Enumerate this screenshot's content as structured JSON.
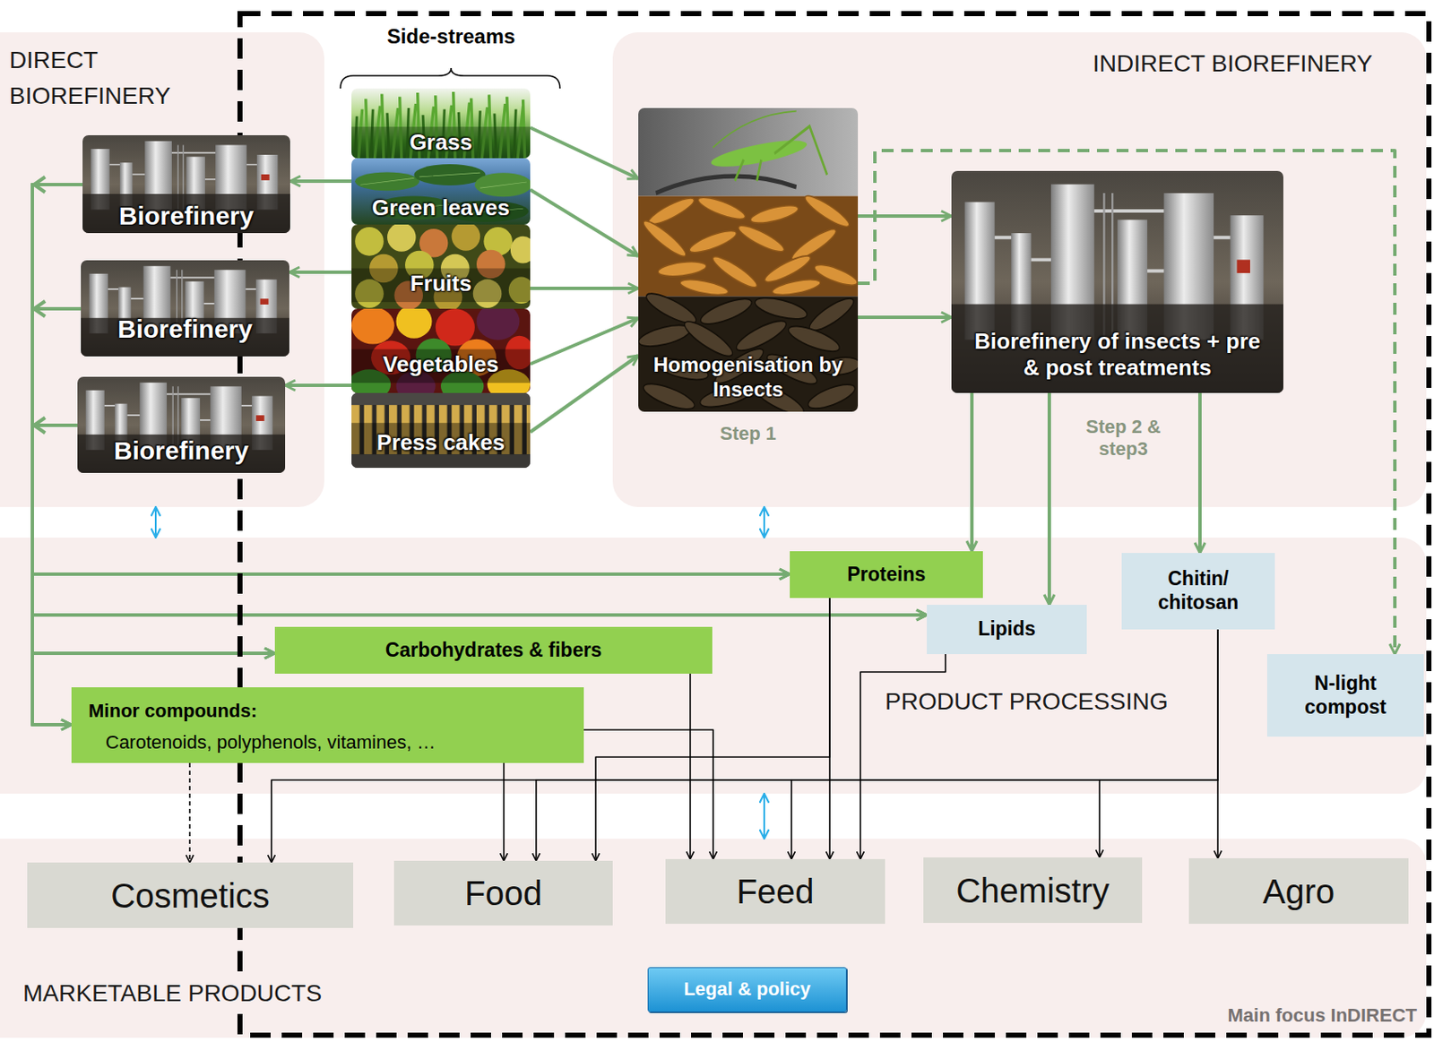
{
  "diagram": {
    "nodes": [
      {
        "text": [
          "DIRECT BIOREFINERY"
        ]
      },
      {
        "text": [
          "Biorefinery"
        ],
        "in": 0
      },
      {
        "text": [
          "Biorefinery"
        ],
        "in": 0
      },
      {
        "text": [
          "Biorefinery"
        ],
        "in": 0
      },
      {
        "text": [
          "Grass"
        ]
      },
      {
        "text": [
          "Green leaves"
        ]
      },
      {
        "text": [
          "Fruits"
        ]
      },
      {
        "text": [
          "Vegetables"
        ]
      },
      {
        "text": [
          "Press cakes"
        ]
      },
      {
        "text": [
          "INDIRECT BIOREFINERY"
        ]
      },
      {
        "text": [
          "Homogenisation by Insects",
          "Step 1"
        ],
        "in": 9
      },
      {
        "text": [
          "Biorefinery of insects + pre & post treatments",
          "Step 2 & step3"
        ],
        "in": 9
      },
      {
        "text": [
          "PRODUCT PROCESSING"
        ]
      },
      {
        "text": [
          "Proteins"
        ],
        "in": 12
      },
      {
        "text": [
          "Lipids"
        ],
        "in": 12
      },
      {
        "text": [
          "Chitin/ chitosan"
        ],
        "in": 12
      },
      {
        "text": [
          "Carbohydrates & fibers"
        ],
        "in": 12
      },
      {
        "text": [
          "N-light compost"
        ],
        "in": 12
      },
      {
        "text": [
          "Minor compounds:",
          "Carotenoids, polyphenols, vitamines, …"
        ],
        "in": 12
      },
      {
        "text": [
          "MARKETABLE PRODUCTS"
        ]
      },
      {
        "text": [
          "Cosmetics"
        ],
        "in": 19
      },
      {
        "text": [
          "Food"
        ],
        "in": 19
      },
      {
        "text": [
          "Feed"
        ],
        "in": 19
      },
      {
        "text": [
          "Chemistry"
        ],
        "in": 19
      },
      {
        "text": [
          "Agro"
        ],
        "in": 19
      },
      {
        "text": [
          "Legal & policy"
        ],
        "in": 19
      },
      {
        "text": [
          "Main focus InDIRECT"
        ]
      }
    ],
    "edges": [
      {
        "from": 5,
        "to": 1,
        "arrow": "to"
      },
      {
        "from": 6,
        "to": 2,
        "arrow": "to"
      },
      {
        "from": 7,
        "to": 3,
        "arrow": "to"
      },
      {
        "from": 4,
        "to": 10,
        "arrow": "to"
      },
      {
        "from": 5,
        "to": 10,
        "arrow": "to"
      },
      {
        "from": 6,
        "to": 10,
        "arrow": "to"
      },
      {
        "from": 7,
        "to": 10,
        "arrow": "to"
      },
      {
        "from": 8,
        "to": 10,
        "arrow": "to"
      },
      {
        "from": 10,
        "to": 11,
        "arrow": "to"
      },
      {
        "from": 10,
        "to": 11,
        "arrow": "to"
      },
      {
        "from": 10,
        "to": 17,
        "arrow": "to"
      },
      {
        "from": 11,
        "to": 13,
        "arrow": "to"
      },
      {
        "from": 11,
        "to": 14,
        "arrow": "to"
      },
      {
        "from": 11,
        "to": 15,
        "arrow": "to"
      },
      {
        "from": 1,
        "to": 13,
        "arrow": "to"
      },
      {
        "from": 2,
        "to": 13,
        "arrow": "to"
      },
      {
        "from": 3,
        "to": 13,
        "arrow": "to"
      },
      {
        "from": 1,
        "to": 14,
        "arrow": "to"
      },
      {
        "from": 2,
        "to": 14,
        "arrow": "to"
      },
      {
        "from": 3,
        "to": 14,
        "arrow": "to"
      },
      {
        "from": 1,
        "to": 16,
        "arrow": "to"
      },
      {
        "from": 2,
        "to": 16,
        "arrow": "to"
      },
      {
        "from": 3,
        "to": 16,
        "arrow": "to"
      },
      {
        "from": 1,
        "to": 18,
        "arrow": "to"
      },
      {
        "from": 2,
        "to": 18,
        "arrow": "to"
      },
      {
        "from": 3,
        "to": 18,
        "arrow": "to"
      },
      {
        "from": 18,
        "to": 20,
        "arrow": "to"
      },
      {
        "from": 18,
        "to": 21,
        "arrow": "to"
      },
      {
        "from": 18,
        "to": 22,
        "arrow": "to"
      },
      {
        "from": 16,
        "to": 22,
        "arrow": "to"
      },
      {
        "from": 13,
        "to": 21,
        "arrow": "to"
      },
      {
        "from": 13,
        "to": 22,
        "arrow": "to"
      },
      {
        "from": 14,
        "to": 22,
        "arrow": "to"
      },
      {
        "from": 15,
        "to": 20,
        "arrow": "to"
      },
      {
        "from": 15,
        "to": 21,
        "arrow": "to"
      },
      {
        "from": 15,
        "to": 22,
        "arrow": "to"
      },
      {
        "from": 15,
        "to": 23,
        "arrow": "to"
      },
      {
        "from": 15,
        "to": 24,
        "arrow": "to"
      },
      {
        "from": 0,
        "to": 12,
        "arrow": "both"
      },
      {
        "from": 9,
        "to": 12,
        "arrow": "both"
      },
      {
        "from": 12,
        "to": 19,
        "arrow": "both"
      }
    ],
    "labels": [
      "Side-streams"
    ]
  }
}
